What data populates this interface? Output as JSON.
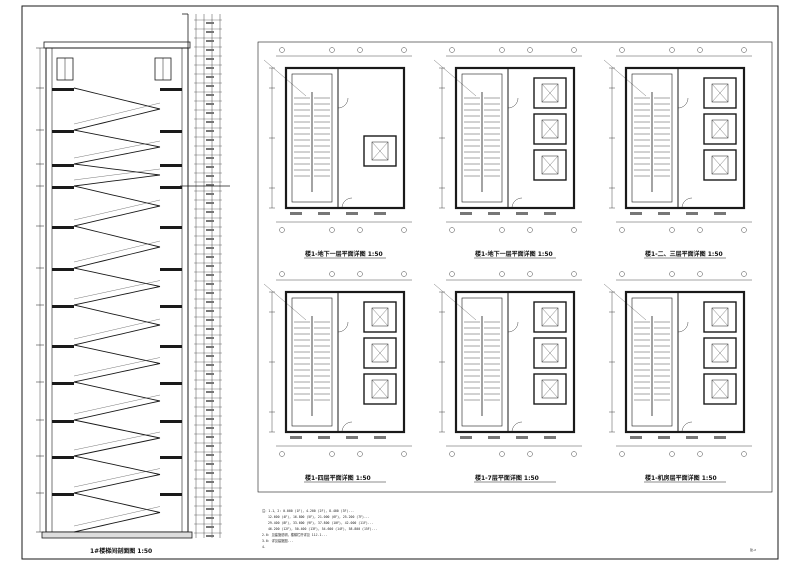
{
  "section": {
    "title": "1#楼梯间剖面图 1:50"
  },
  "plans": [
    {
      "title": "楼1-地下一层平面详图 1:50"
    },
    {
      "title": "楼1-地下一层平面详图 1:50"
    },
    {
      "title": "楼1-二、三层平面详图 1:50"
    },
    {
      "title": "楼1-四层平面详图 1:50"
    },
    {
      "title": "楼1-7层平面详图 1:50"
    },
    {
      "title": "楼1-机房层平面详图 1:50"
    }
  ],
  "notes": [
    "注：1.1、2: 0.000 (1F), 4.200 (2F), 8.400 (3F)...",
    "12.600 (4F), 16.800 (5F), 21.000 (6F), 25.200 (7F)...",
    "29.400 (8F), 33.600 (9F), 37.800 (10F), 42.000 (11F)...",
    "46.200 (12F), 50.400 (13F), 54.600 (14F), 58.800 (15F)...",
    "2.0: 见建施说明，楼梯栏杆详见 11J-1...",
    "3.0: 详见建施图...",
    "4."
  ],
  "page_number": "建-2",
  "colors": {
    "ink": "#1a1a1a",
    "hatch": "#555555",
    "paper": "#ffffff"
  }
}
